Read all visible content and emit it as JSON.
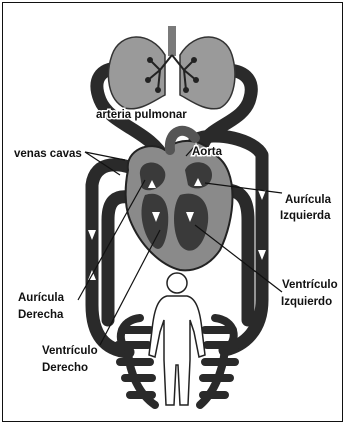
{
  "labels": {
    "arteria_pulmonar": "arteria pulmonar",
    "venas_cavas": "venas cavas",
    "aorta": "Aorta",
    "auricula_izquierda_1": "Aurícula",
    "auricula_izquierda_2": "Izquierda",
    "ventriculo_izquierdo_1": "Ventrículo",
    "ventriculo_izquierdo_2": "Izquierdo",
    "auricula_derecha_1": "Aurícula",
    "auricula_derecha_2": "Derecha",
    "ventriculo_derecho_1": "Ventrículo",
    "ventriculo_derecho_2": "Derecho"
  },
  "colors": {
    "vessel": "#2a2a2a",
    "heart": "#8a8a8a",
    "heart_dark": "#3a3a3a",
    "lungs": "#9a9a9a",
    "body": "#ffffff",
    "arrow": "#ffffff"
  }
}
